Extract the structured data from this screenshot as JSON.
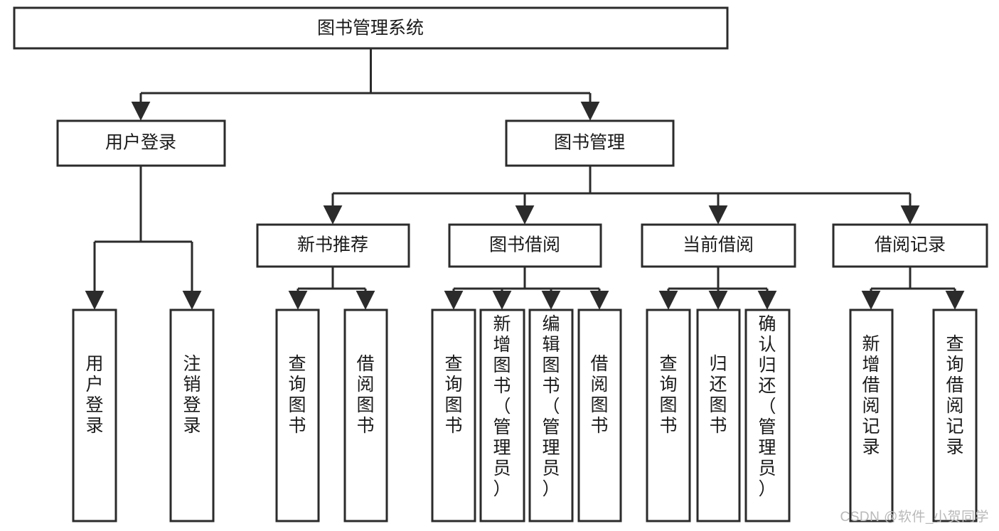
{
  "diagram": {
    "type": "tree-hierarchy",
    "title": "图书管理系统",
    "watermark": "CSDN @软件_小贺同学",
    "colors": {
      "stroke": "#2b2b2b",
      "fill": "#ffffff",
      "text": "#1a1a1a",
      "watermark": "#b9b9b9",
      "background": "#ffffff"
    },
    "levels": {
      "root": {
        "label": "图书管理系统"
      },
      "level2": [
        {
          "id": "user-login",
          "label": "用户登录"
        },
        {
          "id": "book-management",
          "label": "图书管理"
        }
      ],
      "level3": [
        {
          "id": "new-book-recommend",
          "label": "新书推荐",
          "parent": "book-management"
        },
        {
          "id": "book-borrow",
          "label": "图书借阅",
          "parent": "book-management"
        },
        {
          "id": "current-borrow",
          "label": "当前借阅",
          "parent": "book-management"
        },
        {
          "id": "borrow-record",
          "label": "借阅记录",
          "parent": "book-management"
        }
      ],
      "leaves": [
        {
          "id": "leaf-user-login",
          "label": "用户登录",
          "parent": "user-login"
        },
        {
          "id": "leaf-logout-login",
          "label": "注销登录",
          "parent": "user-login"
        },
        {
          "id": "leaf-query-book-1",
          "label": "查询图书",
          "parent": "new-book-recommend"
        },
        {
          "id": "leaf-borrow-book-1",
          "label": "借阅图书",
          "parent": "new-book-recommend"
        },
        {
          "id": "leaf-query-book-2",
          "label": "查询图书",
          "parent": "book-borrow"
        },
        {
          "id": "leaf-add-book",
          "label": "新增图书（管理员）",
          "parent": "book-borrow"
        },
        {
          "id": "leaf-edit-book",
          "label": "编辑图书（管理员）",
          "parent": "book-borrow"
        },
        {
          "id": "leaf-borrow-book-2",
          "label": "借阅图书",
          "parent": "book-borrow"
        },
        {
          "id": "leaf-query-book-3",
          "label": "查询图书",
          "parent": "current-borrow"
        },
        {
          "id": "leaf-return-book",
          "label": "归还图书",
          "parent": "current-borrow"
        },
        {
          "id": "leaf-confirm-return",
          "label": "确认归还（管理员）",
          "parent": "current-borrow"
        },
        {
          "id": "leaf-add-record",
          "label": "新增借阅记录",
          "parent": "borrow-record"
        },
        {
          "id": "leaf-query-record",
          "label": "查询借阅记录",
          "parent": "borrow-record"
        }
      ]
    }
  }
}
